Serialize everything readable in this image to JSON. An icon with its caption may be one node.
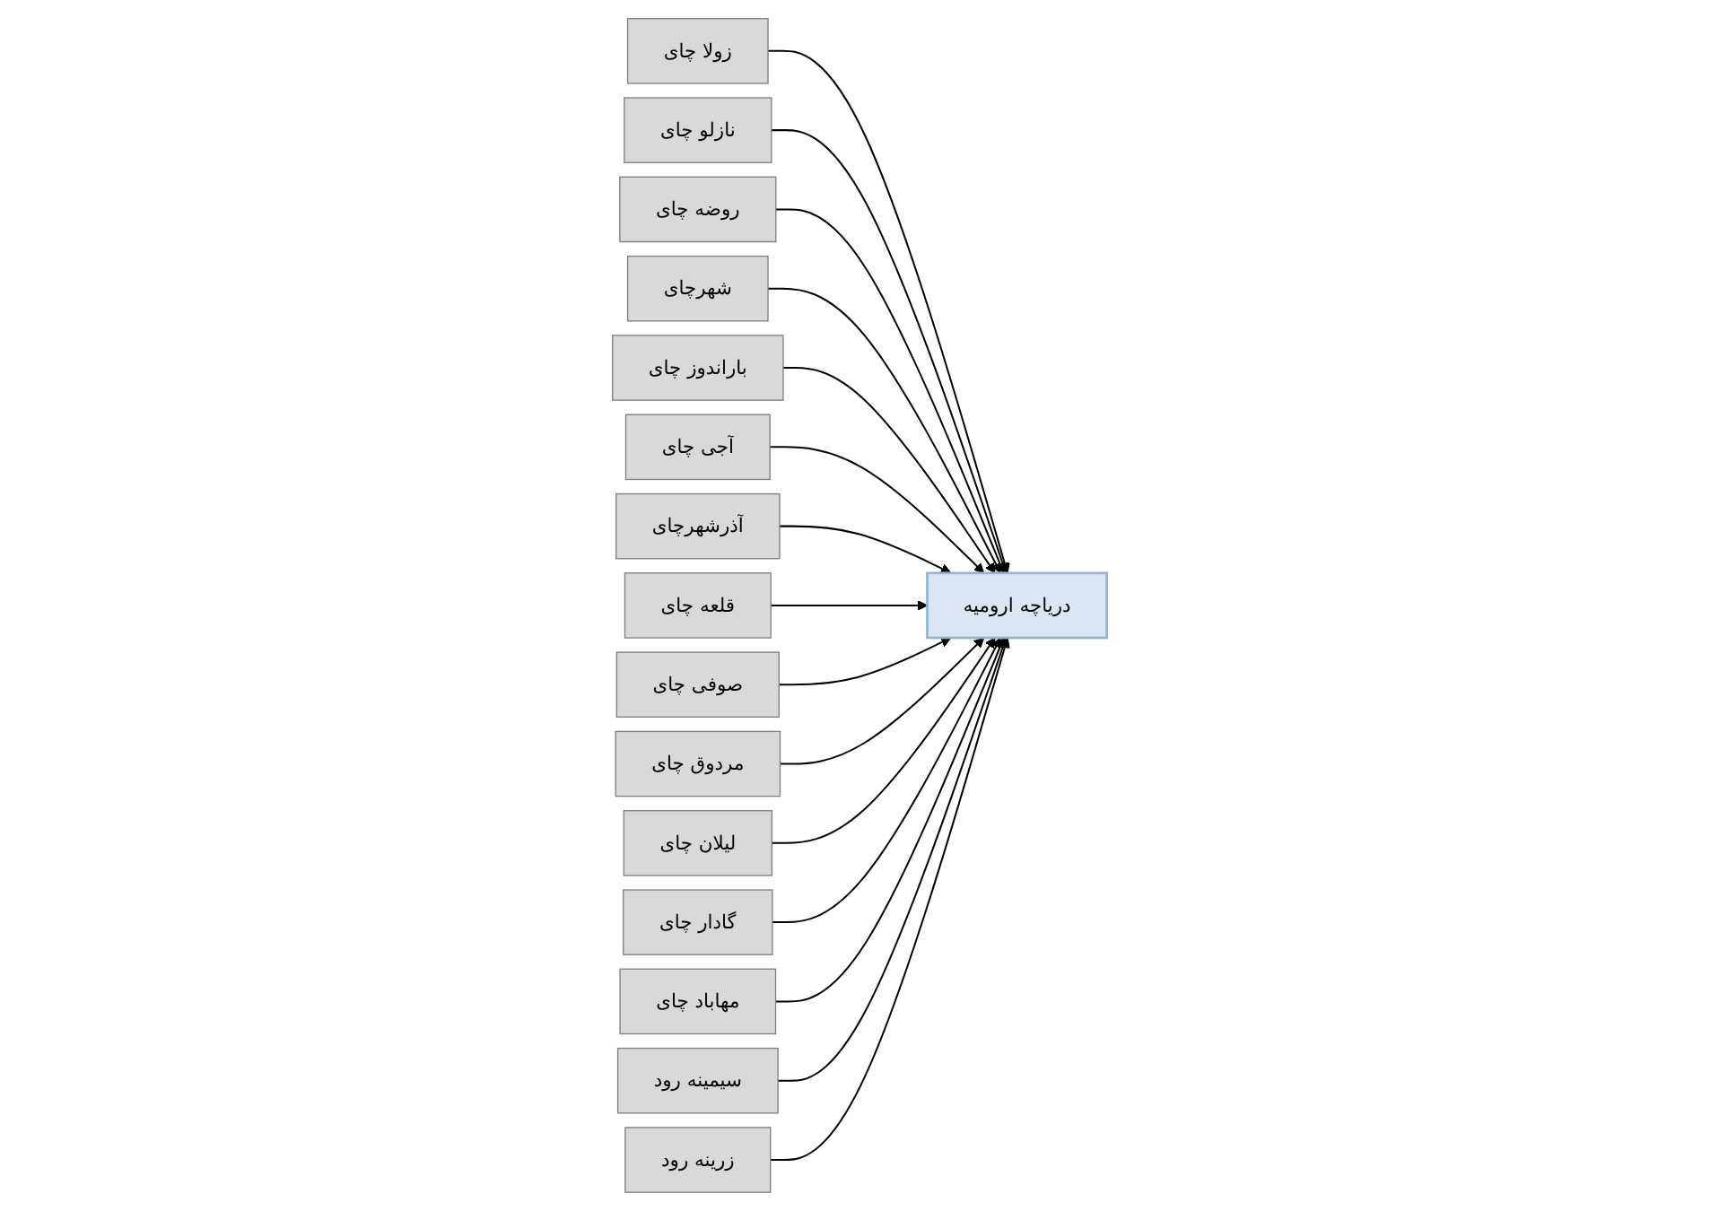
{
  "diagram": {
    "nodes": [
      {
        "text": [
          "دریاچه ارومیه"
        ]
      },
      {
        "text": [
          "زولا چای"
        ]
      },
      {
        "text": [
          "نازلو چای"
        ]
      },
      {
        "text": [
          "روضه چای"
        ]
      },
      {
        "text": [
          "شهرچای"
        ]
      },
      {
        "text": [
          "باراندوز چای"
        ]
      },
      {
        "text": [
          "آجی چای"
        ]
      },
      {
        "text": [
          "آذرشهرچای"
        ]
      },
      {
        "text": [
          "قلعه چای"
        ]
      },
      {
        "text": [
          "صوفی چای"
        ]
      },
      {
        "text": [
          "مردوق چای"
        ]
      },
      {
        "text": [
          "لیلان چای"
        ]
      },
      {
        "text": [
          "گادار چای"
        ]
      },
      {
        "text": [
          "مهاباد چای"
        ]
      },
      {
        "text": [
          "سیمینه رود"
        ]
      },
      {
        "text": [
          "زرینه رود"
        ]
      }
    ],
    "edges": [
      {
        "from": 1,
        "to": 0,
        "arrow": "to"
      },
      {
        "from": 2,
        "to": 0,
        "arrow": "to"
      },
      {
        "from": 3,
        "to": 0,
        "arrow": "to"
      },
      {
        "from": 4,
        "to": 0,
        "arrow": "to"
      },
      {
        "from": 5,
        "to": 0,
        "arrow": "to"
      },
      {
        "from": 6,
        "to": 0,
        "arrow": "to"
      },
      {
        "from": 7,
        "to": 0,
        "arrow": "to"
      },
      {
        "from": 8,
        "to": 0,
        "arrow": "to"
      },
      {
        "from": 9,
        "to": 0,
        "arrow": "to"
      },
      {
        "from": 10,
        "to": 0,
        "arrow": "to"
      },
      {
        "from": 11,
        "to": 0,
        "arrow": "to"
      },
      {
        "from": 12,
        "to": 0,
        "arrow": "to"
      },
      {
        "from": 13,
        "to": 0,
        "arrow": "to"
      },
      {
        "from": 14,
        "to": 0,
        "arrow": "to"
      },
      {
        "from": 15,
        "to": 0,
        "arrow": "to"
      }
    ]
  }
}
